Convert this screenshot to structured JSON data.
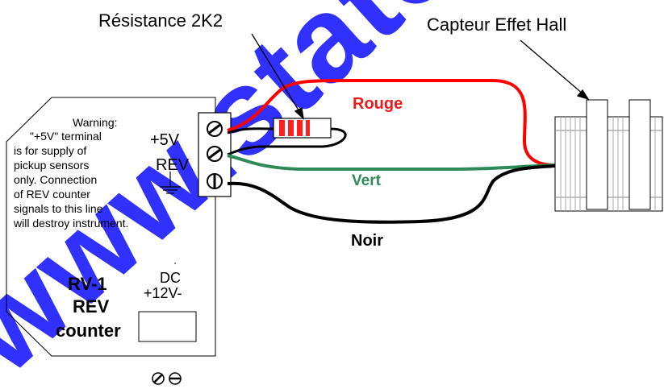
{
  "labels": {
    "resistor": "Résistance 2K2",
    "sensor": "Capteur Effet Hall",
    "wire_red": "Rouge",
    "wire_green": "Vert",
    "wire_black": "Noir"
  },
  "terminals": {
    "plus5v": "+5V",
    "rev": "REV"
  },
  "warning_lines": [
    "Warning:",
    "\"+5V\" terminal",
    "is for supply of",
    "pickup sensors",
    "only. Connection",
    "of REV counter",
    "signals to this line",
    "will destroy instrument."
  ],
  "device": {
    "name_lines": [
      "RV-1",
      "REV",
      "counter"
    ],
    "dc_lines": [
      "DC",
      "+12V-"
    ]
  },
  "colors": {
    "wire_red": "#ff0000",
    "wire_green": "#2e8b57",
    "wire_black": "#000000",
    "label_red": "#e81c1c",
    "label_green": "#2e8b57",
    "watermark": "#1a1aff"
  }
}
